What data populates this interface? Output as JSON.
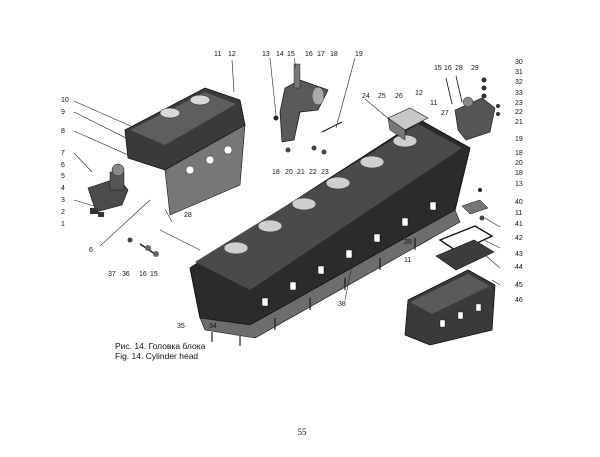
{
  "caption": {
    "ru": "Рис. 14. Головка блока",
    "en": "Fig. 14. Cylinder head"
  },
  "page_number": "55",
  "callouts": [
    "1",
    "2",
    "3",
    "4",
    "5",
    "6",
    "7",
    "8",
    "9",
    "10",
    "11",
    "12",
    "13",
    "14",
    "15",
    "16",
    "17",
    "18",
    "19",
    "18",
    "20",
    "21",
    "22",
    "23",
    "24",
    "25",
    "26",
    "12",
    "11",
    "27",
    "15",
    "16",
    "28",
    "29",
    "30",
    "31",
    "32",
    "33",
    "23",
    "22",
    "21",
    "19",
    "18",
    "20",
    "18",
    "13",
    "40",
    "11",
    "41",
    "42",
    "43",
    "44",
    "45",
    "46",
    "39",
    "11",
    "38",
    "35",
    "34",
    "37",
    "36",
    "16",
    "15",
    "28",
    "6"
  ]
}
